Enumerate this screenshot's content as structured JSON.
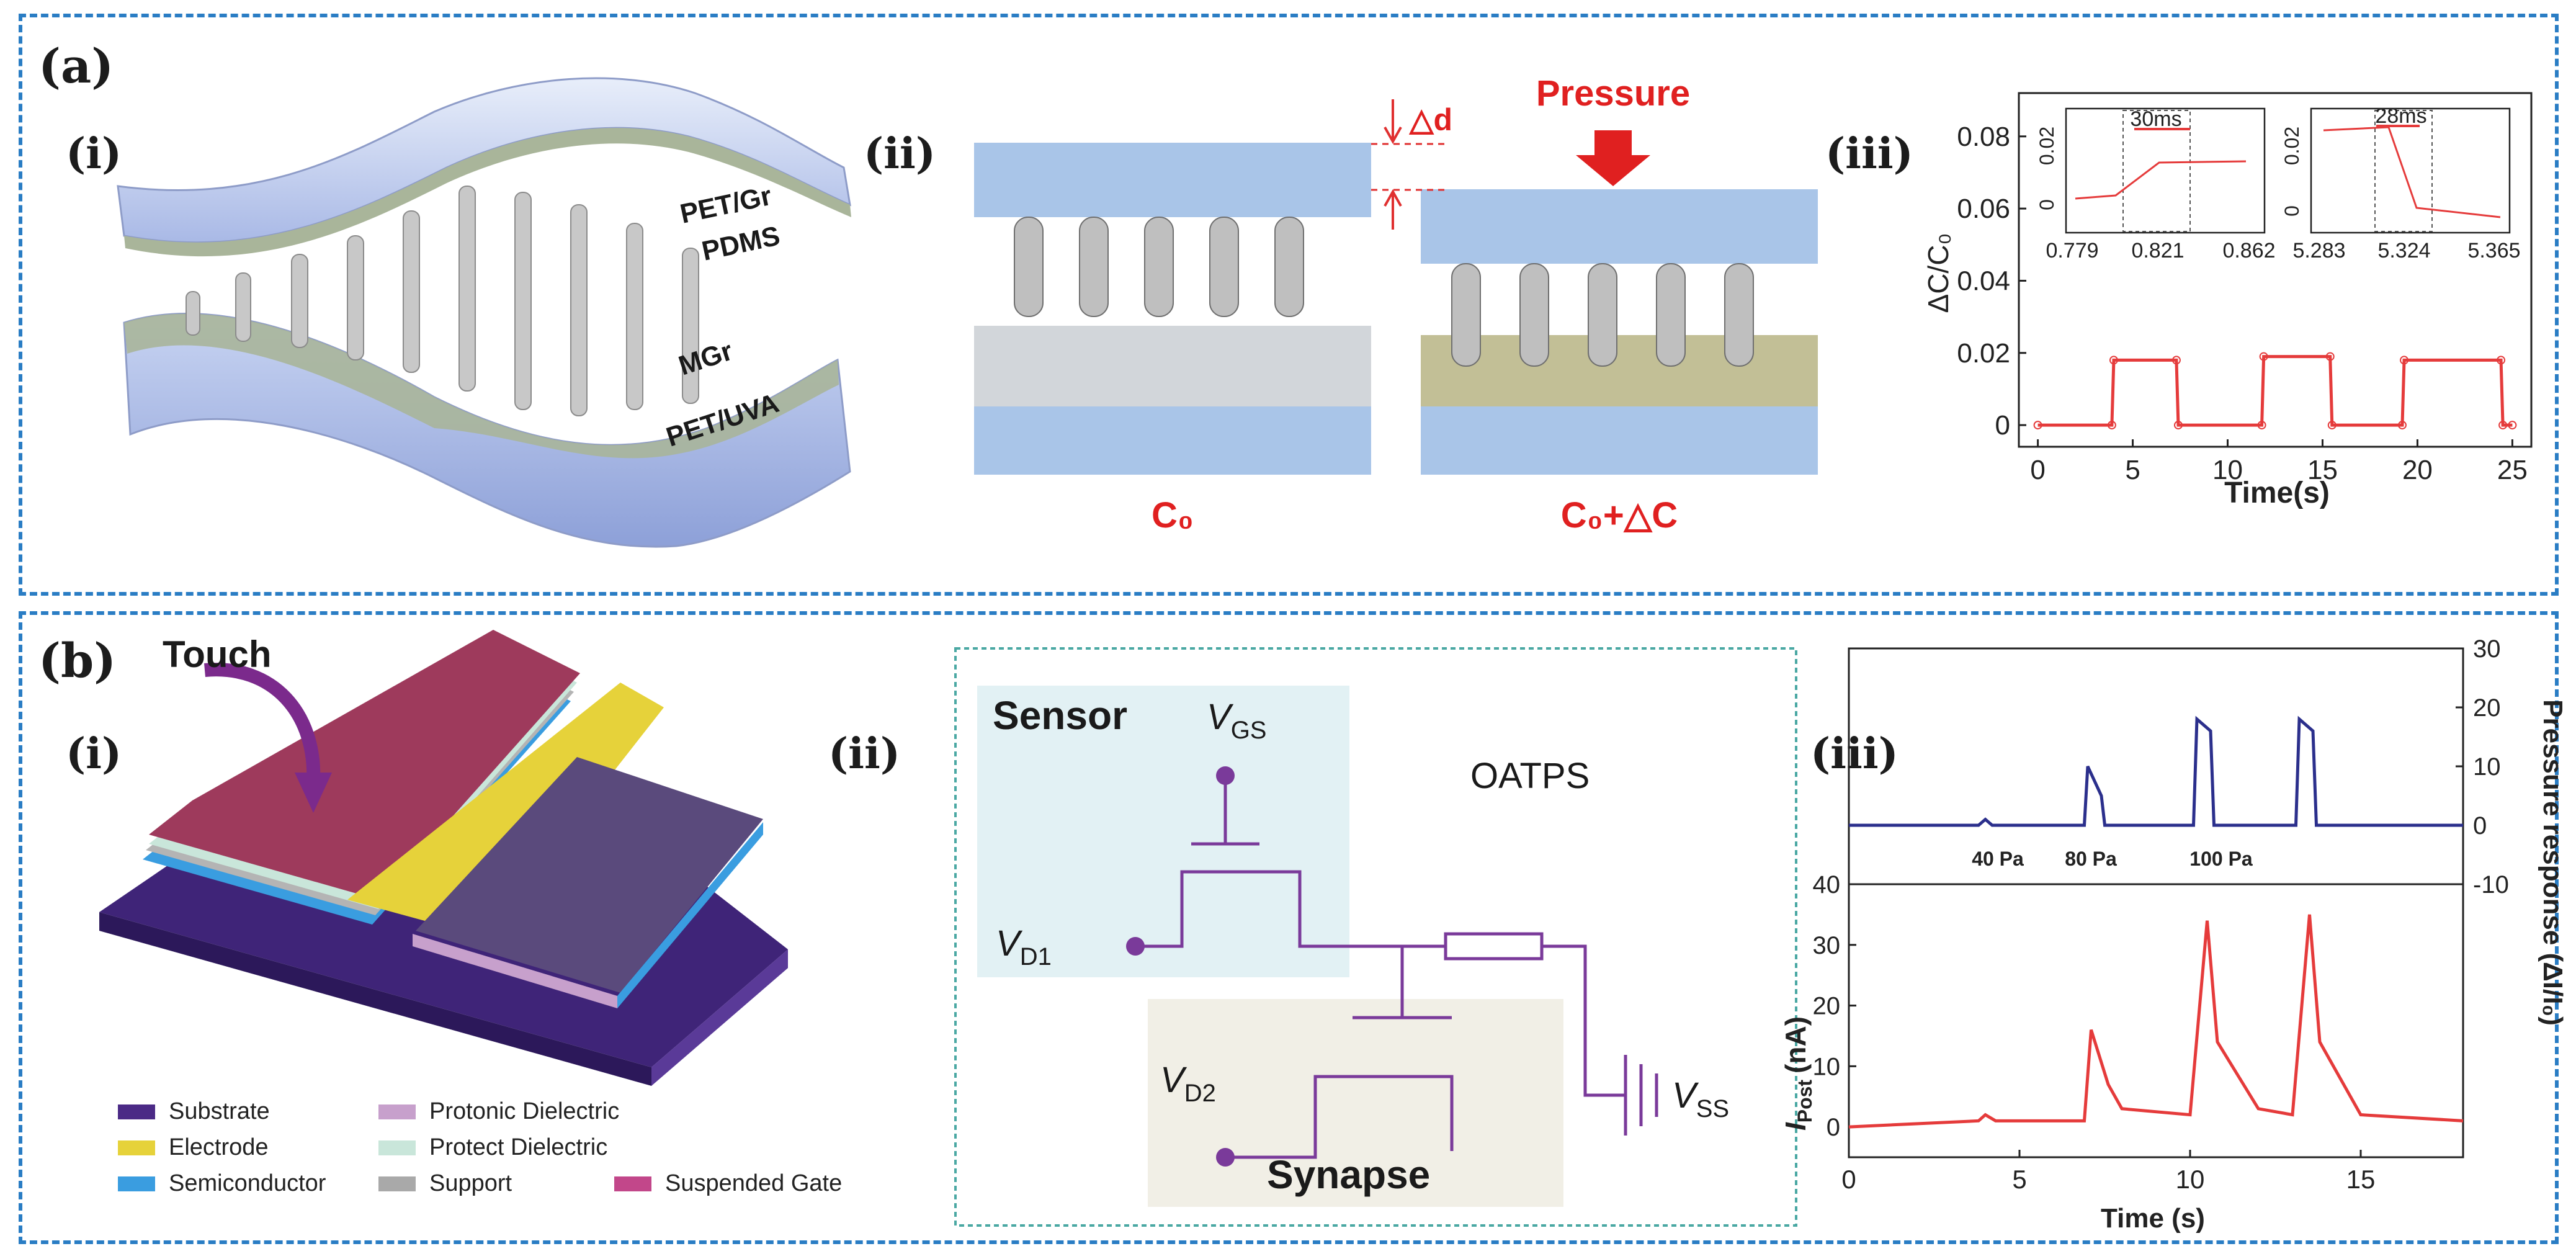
{
  "panel_a": {
    "label": "(a)",
    "i": {
      "label": "(i)",
      "layers": [
        "PET/Gr",
        "PDMS",
        "MGr",
        "PET/UVA"
      ]
    },
    "ii": {
      "label": "(ii)",
      "pressure": "Pressure",
      "delta_d": "△d",
      "c0": "C₀",
      "c0_dc": "C₀+△C"
    },
    "iii": {
      "label": "(iii)",
      "chart_data": {
        "type": "line",
        "xlabel": "Time(s)",
        "ylabel": "ΔC/C₀",
        "xticks": [
          "0",
          "5",
          "10",
          "15",
          "20",
          "25"
        ],
        "yticks": [
          "0",
          "0.02",
          "0.04",
          "0.06",
          "0.08"
        ],
        "xlim": [
          -1,
          26
        ],
        "ylim": [
          -0.006,
          0.092
        ],
        "series": [
          {
            "x": [
              0,
              3.9,
              4.0,
              7.3,
              7.4,
              11.8,
              11.9,
              15.4,
              15.5,
              19.2,
              19.3,
              24.4,
              24.5,
              25
            ],
            "y": [
              0,
              0,
              0.018,
              0.018,
              0,
              0,
              0.019,
              0.019,
              0,
              0,
              0.018,
              0.018,
              0,
              0
            ]
          }
        ],
        "insets": [
          {
            "annotation": "30ms",
            "xticks": [
              "0.779",
              "0.821",
              "0.862"
            ],
            "yticks": [
              "0",
              "0.02"
            ]
          },
          {
            "annotation": "28ms",
            "xticks": [
              "5.283",
              "5.324",
              "5.365"
            ],
            "yticks": [
              "0",
              "0.02"
            ]
          }
        ]
      }
    }
  },
  "panel_b": {
    "label": "(b)",
    "i": {
      "label": "(i)",
      "touch": "Touch",
      "legend": [
        {
          "label": "Substrate",
          "color": "#4b2a86"
        },
        {
          "label": "Protonic Dielectric",
          "color": "#c7a0cc"
        },
        {
          "label": "Electrode",
          "color": "#e6d23a"
        },
        {
          "label": "Protect Dielectric",
          "color": "#c9e6da"
        },
        {
          "label": "Semiconductor",
          "color": "#3a9de0"
        },
        {
          "label": "Support",
          "color": "#a9a9a9"
        },
        {
          "label": "Suspended Gate",
          "color": "#c2478a"
        }
      ]
    },
    "ii": {
      "label": "(ii)",
      "sensor": "Sensor",
      "synapse": "Synapse",
      "oatps": "OATPS",
      "vgs": "V",
      "vgs_sub": "GS",
      "vd1": "V",
      "vd1_sub": "D1",
      "vd2": "V",
      "vd2_sub": "D2",
      "vss": "V",
      "vss_sub": "SS"
    },
    "iii": {
      "label": "(iii)",
      "chart_data": {
        "type": "line",
        "xlabel": "Time (s)",
        "ylabel_bottom": "I",
        "ylabel_bottom_sub": "Post",
        "ylabel_bottom_unit": "(nA)",
        "ylabel_right": "Pressure response (ΔI/I₀)",
        "xticks": [
          "0",
          "5",
          "10",
          "15"
        ],
        "xlim": [
          0,
          18
        ],
        "top": {
          "yticks": [
            "-10",
            "0",
            "10",
            "20",
            "30"
          ],
          "ylim": [
            -10,
            30
          ],
          "annotations": [
            "40 Pa",
            "80 Pa",
            "100 Pa"
          ],
          "series": [
            {
              "x": [
                0,
                3.8,
                4.0,
                4.2,
                6.9,
                7.0,
                7.4,
                7.5,
                10.1,
                10.2,
                10.6,
                10.7,
                13.1,
                13.2,
                13.6,
                13.7,
                18
              ],
              "y": [
                0,
                0,
                1,
                0,
                0,
                10,
                5,
                0,
                0,
                18,
                16,
                0,
                0,
                18,
                16,
                0,
                0
              ]
            }
          ]
        },
        "bottom": {
          "yticks": [
            "0",
            "10",
            "20",
            "30",
            "40"
          ],
          "ylim": [
            -5,
            40
          ],
          "series": [
            {
              "x": [
                0,
                3.8,
                4.0,
                4.3,
                6.9,
                7.1,
                7.6,
                8.0,
                10.0,
                10.5,
                10.8,
                12.0,
                13.0,
                13.5,
                13.8,
                15.0,
                18
              ],
              "y": [
                0,
                1,
                2,
                1,
                1,
                16,
                7,
                3,
                2,
                34,
                14,
                3,
                2,
                35,
                14,
                2,
                1
              ]
            }
          ]
        }
      }
    }
  }
}
